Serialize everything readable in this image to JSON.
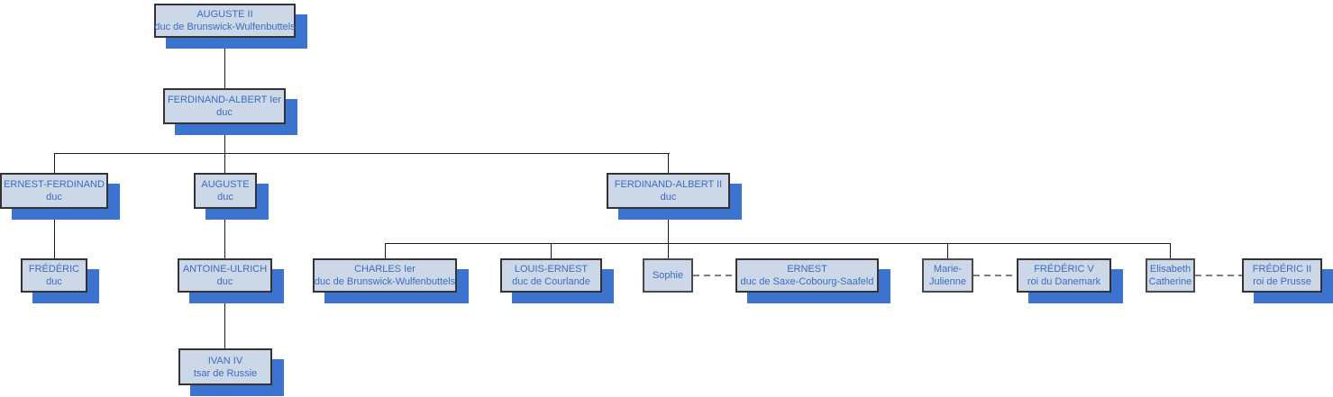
{
  "diagram": {
    "kind": "family-tree-org-chart",
    "background": "#ffffff"
  },
  "colors": {
    "node_fill": "#ccd7e8",
    "node_border": "#333333",
    "node_shadow": "#3b73cf",
    "node_text": "#3a6ebe",
    "connector": "#1a1a1a",
    "marriage_connector": "#7f7f7f"
  },
  "nodes": {
    "auguste_ii": {
      "name": "AUGUSTE II",
      "title": "duc de Brunswick-Wulfenbuttels"
    },
    "ferdinand_albert_1": {
      "name": "FERDINAND-ALBERT Ier",
      "title": "duc"
    },
    "ernest_ferdinand": {
      "name": "ERNEST-FERDINAND",
      "title": "duc"
    },
    "auguste": {
      "name": "AUGUSTE",
      "title": "duc"
    },
    "ferdinand_albert_2": {
      "name": "FERDINAND-ALBERT II",
      "title": "duc"
    },
    "frederic": {
      "name": "FRÉDÉRIC",
      "title": "duc"
    },
    "antoine_ulrich": {
      "name": "ANTOINE-ULRICH",
      "title": "duc"
    },
    "charles_1": {
      "name": "CHARLES Ier",
      "title": "duc de Brunswick-Wulfenbuttels"
    },
    "louis_ernest": {
      "name": "LOUIS-ERNEST",
      "title": "duc de Courlande"
    },
    "sophie": {
      "name": "Sophie"
    },
    "ernest": {
      "name": "ERNEST",
      "title": "duc de Saxe-Cobourg-Saafeld"
    },
    "marie_julienne": {
      "name": "Marie-",
      "title": "Julienne"
    },
    "frederic_v": {
      "name": "FRÉDÉRIC V",
      "title": "roi du Danemark"
    },
    "elisabeth_catherine": {
      "name": "Elisabeth",
      "title": "Catherine"
    },
    "frederic_ii": {
      "name": "FRÉDÉRIC II",
      "title": "roi de Prusse"
    },
    "ivan_iv": {
      "name": "IVAN IV",
      "title": "tsar de Russie"
    }
  }
}
